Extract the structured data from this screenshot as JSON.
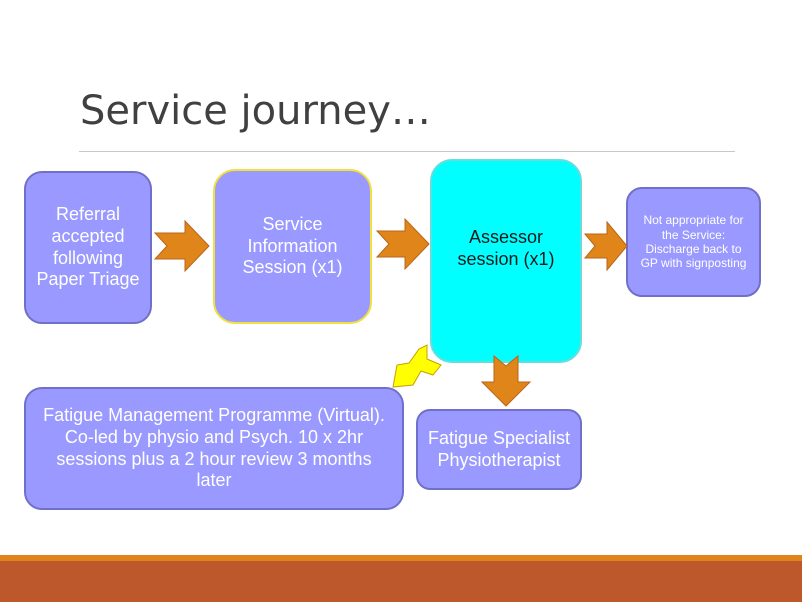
{
  "slide": {
    "title": "Service journey…"
  },
  "nodes": {
    "referral": "Referral accepted following Paper Triage",
    "info_session": "Service Information Session (x1)",
    "assessor": "Assessor session (x1)",
    "not_appropriate": "Not appropriate for the Service: Discharge back to GP with signposting",
    "fatigue_programme": "Fatigue Management Programme (Virtual). Co-led by physio and Psych. 10 x 2hr sessions plus a 2 hour review 3 months later",
    "physio": "Fatigue Specialist Physiotherapist"
  },
  "colors": {
    "node_fill": "#9999ff",
    "assessor_fill": "#00ffff",
    "arrow_orange": "#e0851a",
    "arrow_yellow": "#ffff00",
    "footer": "#bc582b",
    "footer_stripe": "#e0851a"
  }
}
